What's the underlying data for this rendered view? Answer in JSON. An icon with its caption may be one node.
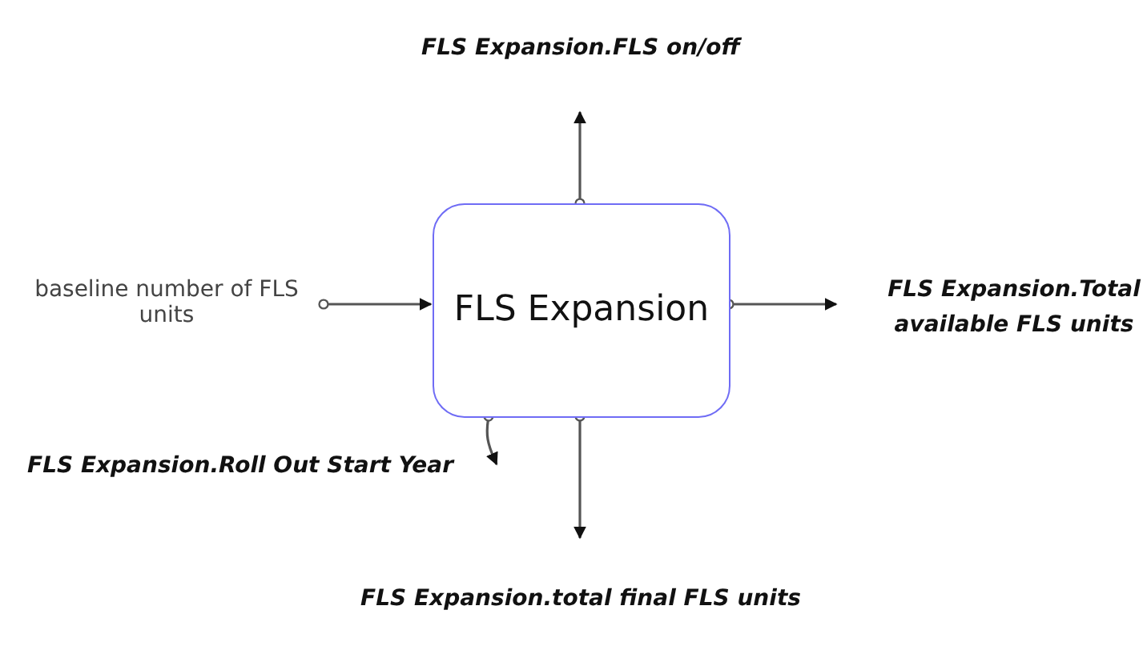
{
  "diagram": {
    "nodes": [
      {
        "text": [
          "FLS Expansion"
        ]
      },
      {
        "text": [
          "baseline number of FLS units"
        ]
      },
      {
        "text": [
          "FLS Expansion.FLS on/off"
        ]
      },
      {
        "text": [
          "FLS Expansion.Total available FLS units"
        ]
      },
      {
        "text": [
          "FLS Expansion.Roll Out Start Year"
        ]
      },
      {
        "text": [
          "FLS Expansion.total final FLS units"
        ]
      }
    ],
    "edges": [
      {
        "from": 1,
        "to": 0,
        "arrow": "to"
      },
      {
        "from": 0,
        "to": 2,
        "arrow": "to"
      },
      {
        "from": 0,
        "to": 3,
        "arrow": "to"
      },
      {
        "from": 0,
        "to": 4,
        "arrow": "to"
      },
      {
        "from": 0,
        "to": 5,
        "arrow": "to"
      }
    ]
  }
}
